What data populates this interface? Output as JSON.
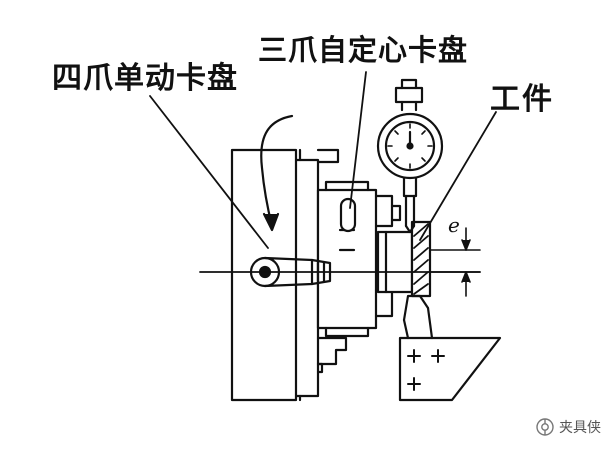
{
  "labels": {
    "four_jaw_chuck": "四爪单动卡盘",
    "three_jaw_chuck": "三爪自定心卡盘",
    "workpiece": "工件",
    "eccentricity": "e"
  },
  "watermark": {
    "text": "夹具侠",
    "icon": "wechat-official-account-icon"
  }
}
